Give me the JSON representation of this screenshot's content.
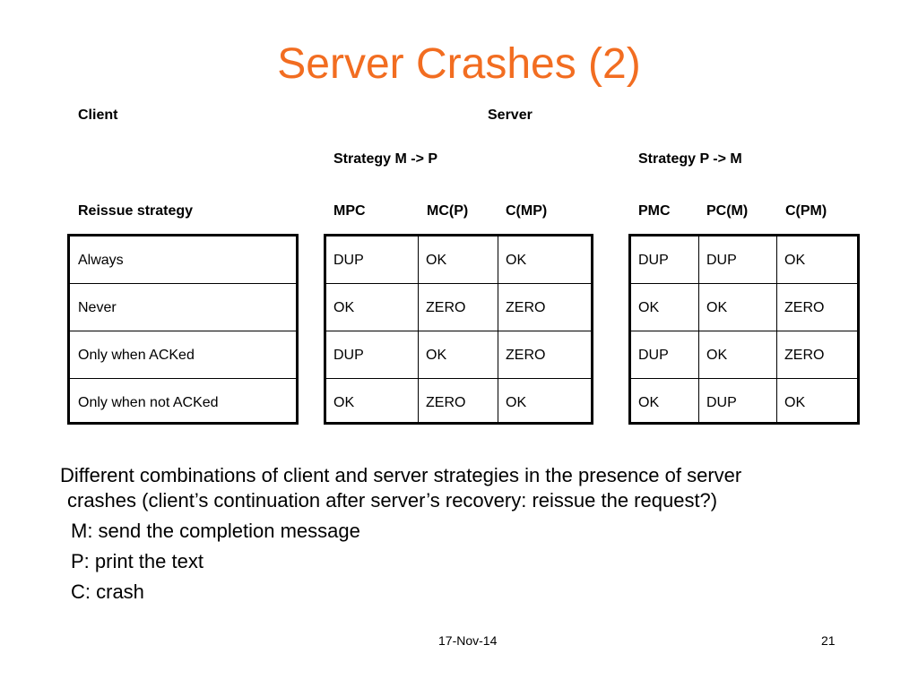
{
  "slide": {
    "title": "Server Crashes (2)",
    "client_label": "Client",
    "server_label": "Server",
    "strategy_mp": "Strategy M -> P",
    "strategy_pm": "Strategy P -> M",
    "reissue_label": "Reissue strategy",
    "cols_mp": [
      "MPC",
      "MC(P)",
      "C(MP)"
    ],
    "cols_pm": [
      "PMC",
      "PC(M)",
      "C(PM)"
    ],
    "rows": [
      {
        "label": "Always",
        "mp": [
          "DUP",
          "OK",
          "OK"
        ],
        "pm": [
          "DUP",
          "DUP",
          "OK"
        ]
      },
      {
        "label": "Never",
        "mp": [
          "OK",
          "ZERO",
          "ZERO"
        ],
        "pm": [
          "OK",
          "OK",
          "ZERO"
        ]
      },
      {
        "label": "Only when ACKed",
        "mp": [
          "DUP",
          "OK",
          "ZERO"
        ],
        "pm": [
          "DUP",
          "OK",
          "ZERO"
        ]
      },
      {
        "label": "Only when not ACKed",
        "mp": [
          "OK",
          "ZERO",
          "OK"
        ],
        "pm": [
          "OK",
          "DUP",
          "OK"
        ]
      }
    ],
    "description_line1": "Different combinations of client and server strategies in the presence of server",
    "description_line2": "crashes (client’s continuation after server’s recovery: reissue the request?)",
    "legend": [
      "M:  send the completion message",
      "P:   print the text",
      "C:   crash"
    ],
    "date": "17-Nov-14",
    "page_number": "21",
    "title_color": "#f26d21"
  }
}
